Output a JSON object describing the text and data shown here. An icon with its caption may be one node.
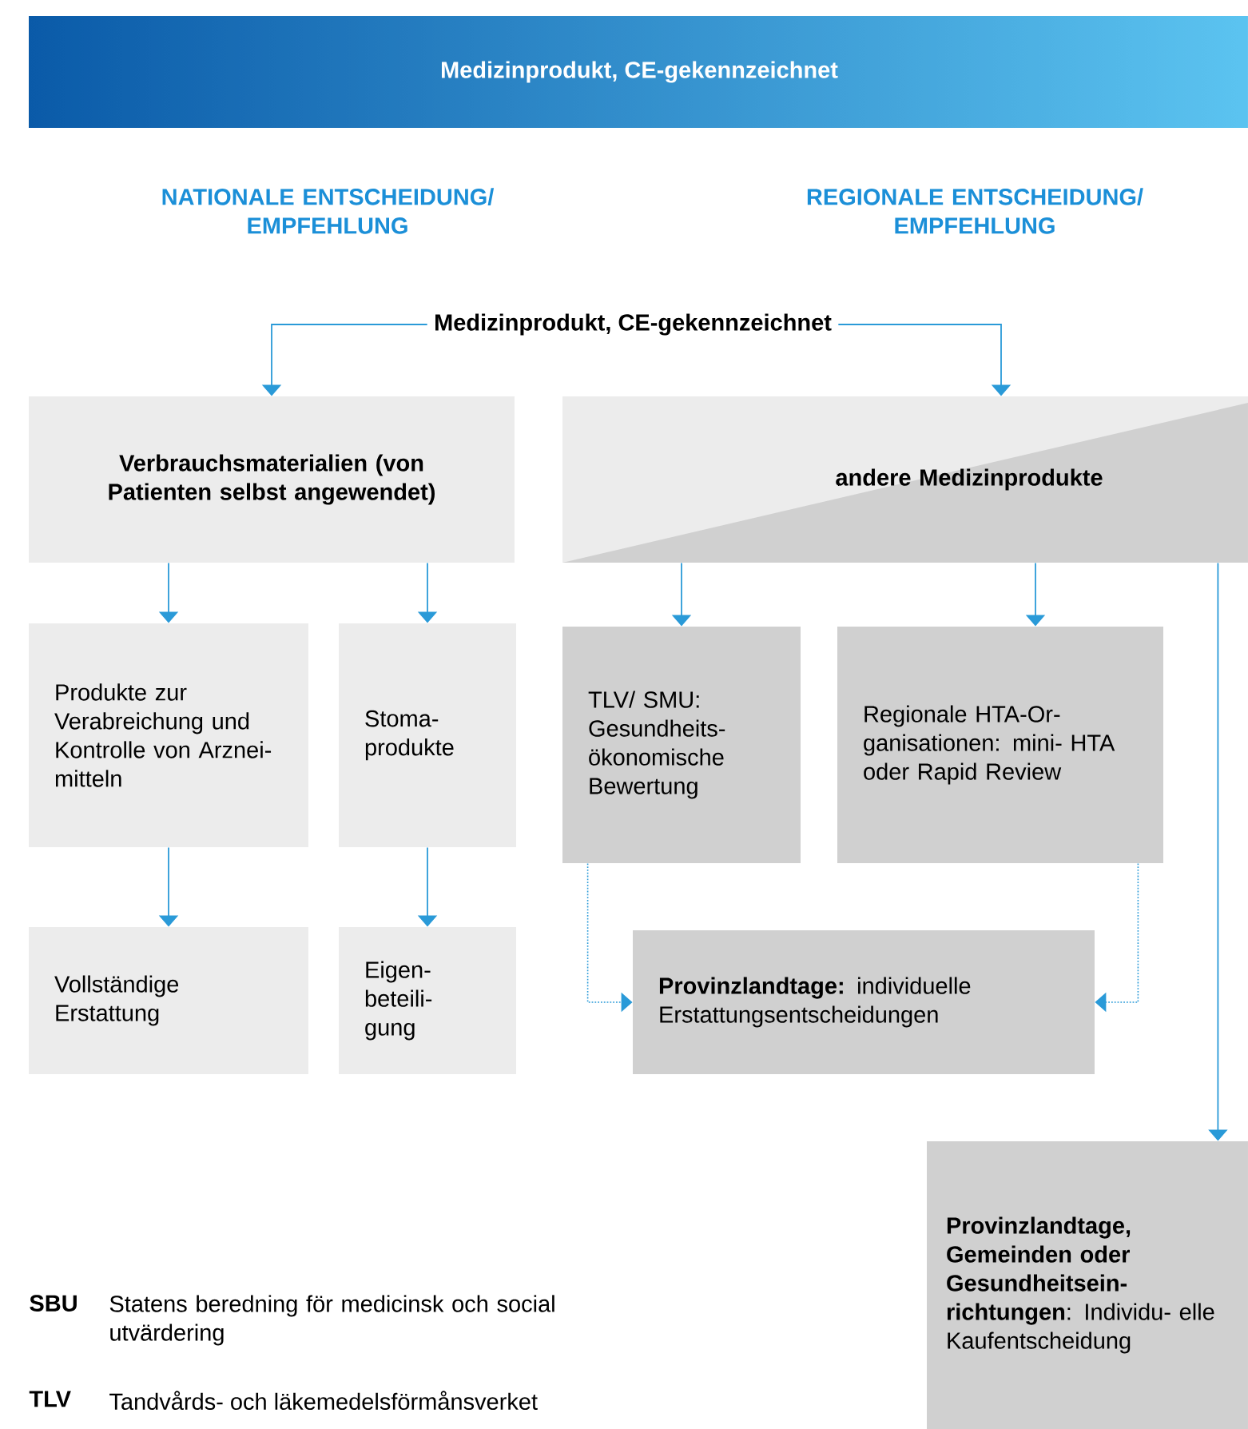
{
  "diagram": {
    "title": "Medizinprodukt, CE-gekennzeichnet",
    "nodes": [
      {
        "text": [
          "Medizinprodukt, CE-gekennzeichnet"
        ]
      },
      {
        "text": [
          "Verbrauchsmaterialien (von Patienten selbst angewendet)"
        ]
      },
      {
        "text": [
          "andere Medizinprodukte"
        ]
      },
      {
        "text": [
          "Produkte zur Verabreichung und Kontrolle von Arznei- mitteln"
        ]
      },
      {
        "text": [
          "Stoma- produkte"
        ]
      },
      {
        "text": [
          "TLV/ SMU: Gesundheits- ökonomische Bewertung"
        ]
      },
      {
        "text": [
          "Regionale HTA-Or- ganisationen: mini- HTA oder Rapid Review"
        ]
      },
      {
        "text": [
          "Vollständige Erstattung"
        ]
      },
      {
        "text": [
          "Eigen- beteili- gung"
        ]
      },
      {
        "text": [
          "**Provinzlandtage:** individuelle Erstattungsentscheidungen"
        ]
      },
      {
        "text": [
          "**Provinzlandtage, Gemeinden oder Gesundheitsein- richtungen**: Individu- elle Kaufentscheidung"
        ]
      }
    ],
    "edges": [
      {
        "from": 0,
        "to": 1,
        "arrow": "to"
      },
      {
        "from": 0,
        "to": 2,
        "arrow": "to"
      },
      {
        "from": 1,
        "to": 3,
        "arrow": "to"
      },
      {
        "from": 1,
        "to": 4,
        "arrow": "to"
      },
      {
        "from": 2,
        "to": 5,
        "arrow": "to"
      },
      {
        "from": 2,
        "to": 6,
        "arrow": "to"
      },
      {
        "from": 3,
        "to": 7,
        "arrow": "to"
      },
      {
        "from": 4,
        "to": 8,
        "arrow": "to"
      },
      {
        "from": 5,
        "to": 9,
        "arrow": "to",
        "style": "dashed"
      },
      {
        "from": 6,
        "to": 9,
        "arrow": "to",
        "style": "dashed"
      },
      {
        "from": 2,
        "to": 10,
        "arrow": "to"
      }
    ],
    "labels": [
      "NATIONALE ENTSCHEIDUNG/ EMPFEHLUNG",
      "REGIONALE ENTSCHEIDUNG/ EMPFEHLUNG",
      "SBU",
      "Statens beredning för medicinsk och social utvärdering",
      "TLV",
      "Tandvårds- och läkemedelsförmånsverket"
    ]
  }
}
